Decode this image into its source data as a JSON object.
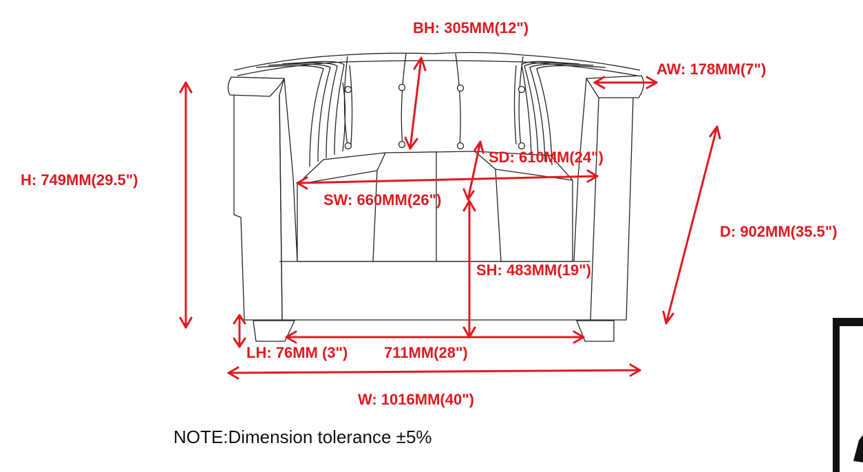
{
  "dimensions": {
    "bh": "BH: 305MM(12\")",
    "aw": "AW: 178MM(7\")",
    "h": "H: 749MM(29.5\")",
    "sd": "SD: 610MM(24\")",
    "sw": "SW: 660MM(26\")",
    "d": "D: 902MM(35.5\")",
    "sh": "SH: 483MM(19\")",
    "lh": "LH: 76MM (3\")",
    "leg_span": "711MM(28\")",
    "w": "W: 1016MM(40\")"
  },
  "note": "NOTE:Dimension tolerance ±5%",
  "colors": {
    "annotation": "#e0191f",
    "outline": "#222222",
    "note": "#111111"
  }
}
